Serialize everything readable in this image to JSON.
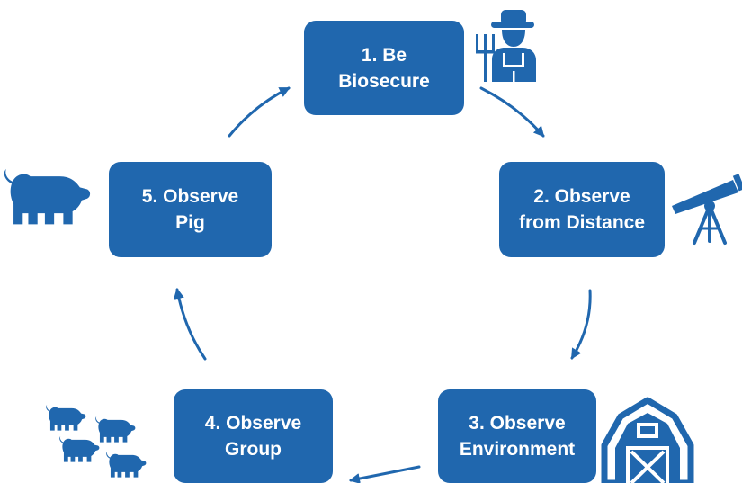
{
  "colors": {
    "box": "#2067AE",
    "arrow": "#2067AE",
    "text": "#FFFFFF",
    "background": "#FFFFFF"
  },
  "steps": [
    {
      "line1": "1. Be",
      "line2": "Biosecure",
      "icon": "farmer-icon"
    },
    {
      "line1": "2. Observe",
      "line2": "from Distance",
      "icon": "telescope-icon"
    },
    {
      "line1": "3. Observe",
      "line2": "Environment",
      "icon": "barn-icon"
    },
    {
      "line1": "4. Observe",
      "line2": "Group",
      "icon": "pig-group-icon"
    },
    {
      "line1": "5. Observe",
      "line2": "Pig",
      "icon": "pig-icon"
    }
  ]
}
